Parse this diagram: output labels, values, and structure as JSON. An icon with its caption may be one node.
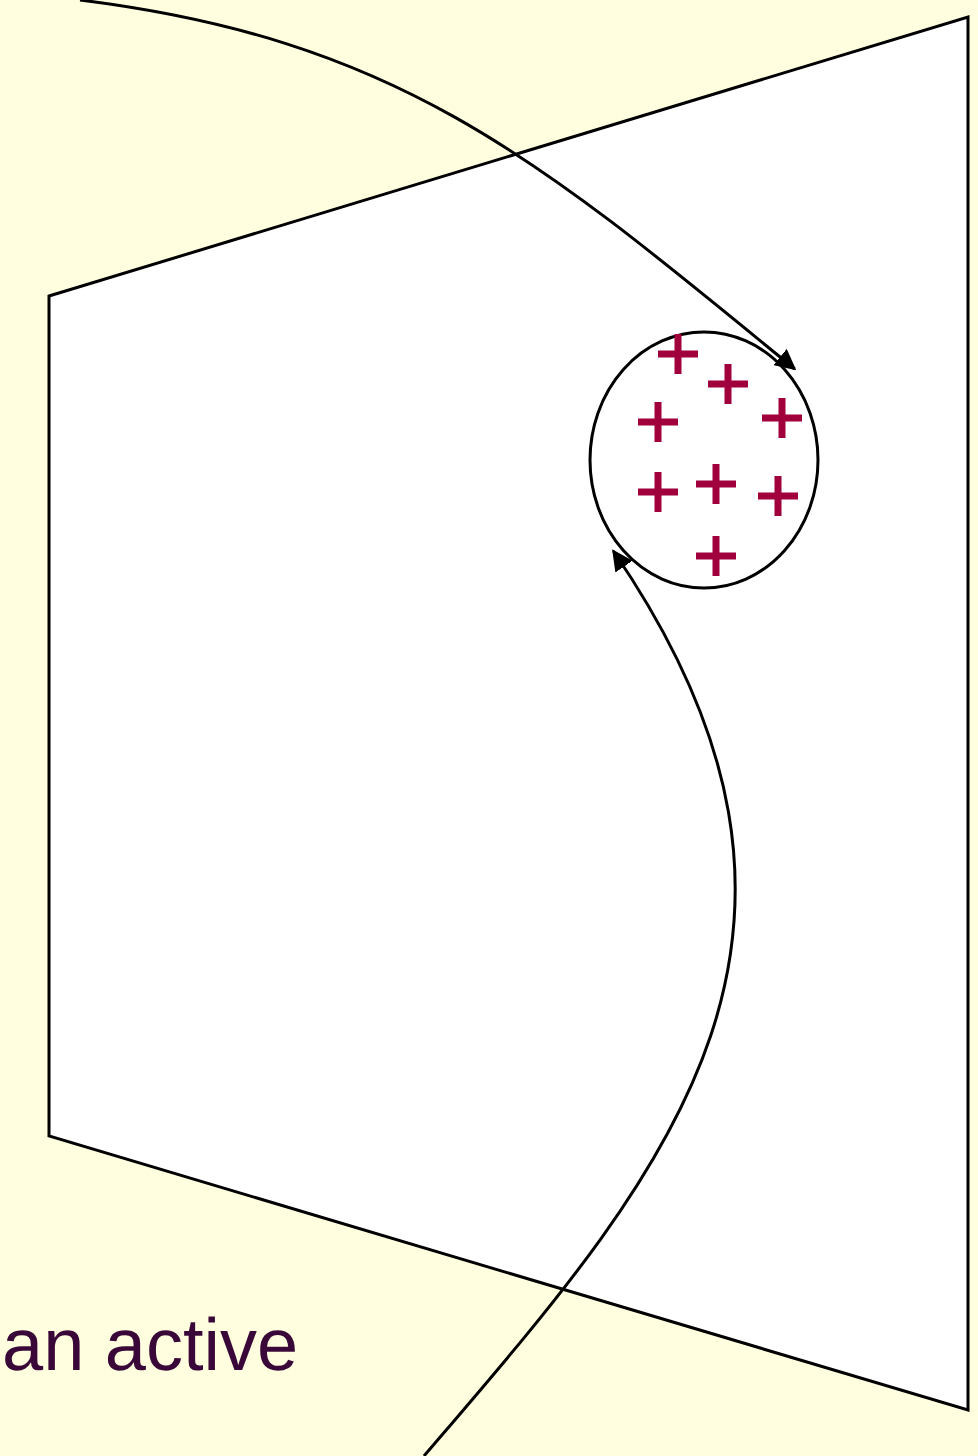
{
  "diagram": {
    "nodes": [
      {
        "text": [],
        "shape": "box"
      },
      {
        "text": [],
        "shape": "circle",
        "in": 0
      }
    ],
    "edges": [
      {
        "from": null,
        "to": 1,
        "arrow": "to"
      },
      {
        "from": null,
        "to": 1,
        "arrow": "to"
      }
    ],
    "labels": [
      "an active"
    ]
  }
}
